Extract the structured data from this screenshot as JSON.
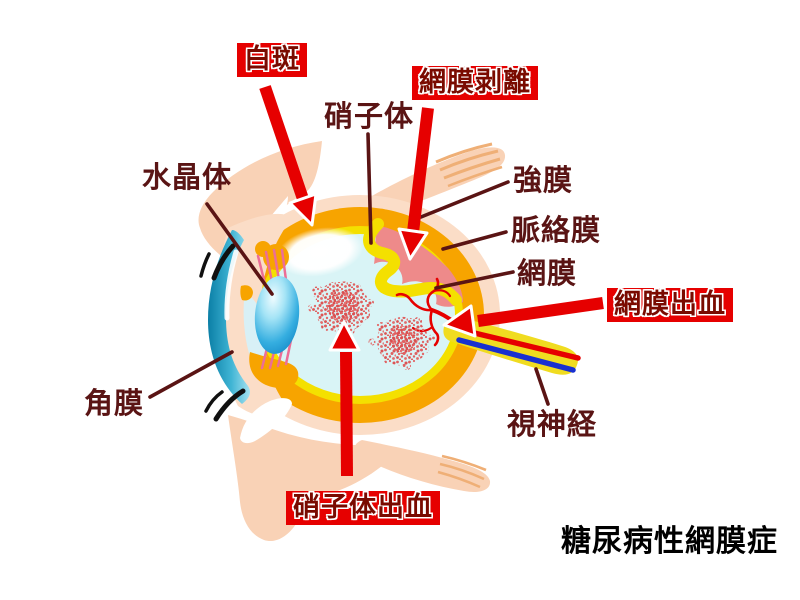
{
  "title": {
    "text": "糖尿病性網膜症"
  },
  "labels": {
    "vitreous": {
      "text": "硝子体"
    },
    "lens": {
      "text": "水晶体"
    },
    "sclera": {
      "text": "強膜"
    },
    "choroid": {
      "text": "脈絡膜"
    },
    "retina": {
      "text": "網膜"
    },
    "cornea": {
      "text": "角膜"
    },
    "optic_nerve": {
      "text": "視神経"
    }
  },
  "lesions": {
    "white_spot": {
      "text": "白斑"
    },
    "retinal_detachment": {
      "text": "網膜剥離"
    },
    "retinal_hemorrhage": {
      "text": "網膜出血"
    },
    "vitreous_hemorrhage": {
      "text": "硝子体出血"
    }
  },
  "colors": {
    "background": "#FFFFFF",
    "label_text": "#5A1414",
    "leader_line": "#5A1414",
    "lesion_box_bg": "#E60000",
    "lesion_box_text": "#7A0A00",
    "arrow_red": "#E60000",
    "flesh": "#F9D2B6",
    "flesh_stripe": "#EFAF76",
    "sclera_ring": "#FBDDC7",
    "choroid_orange": "#F7A400",
    "retina_yellow": "#F4E000",
    "vitreous_cyan": "#D9F4F6",
    "detachment_pink": "#EE8A8A",
    "hemorrhage_dot": "#DF5F5F",
    "optic_nerve_yellow": "#F0DC20",
    "optic_nerve_blue": "#1830D0",
    "lens_blue": "#0B7EC0",
    "cornea_teal": "#0B7FA6",
    "title_text": "#000000"
  }
}
